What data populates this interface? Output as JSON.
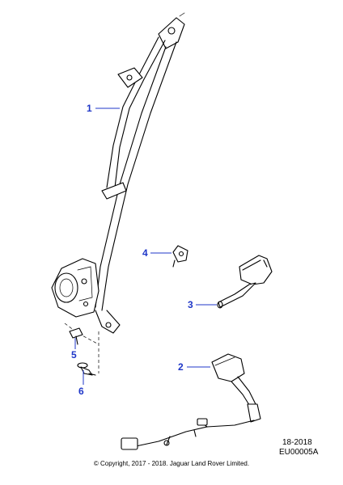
{
  "callouts": {
    "c1": "1",
    "c2": "2",
    "c3": "3",
    "c4": "4",
    "c5": "5",
    "c6": "6"
  },
  "reference": {
    "date_code": "18-2018",
    "drawing_id": "EU00005A"
  },
  "copyright": "© Copyright, 2017 - 2018. Jaguar Land Rover Limited.",
  "colors": {
    "callout": "#1f37c8",
    "line": "#000000",
    "background": "#ffffff"
  }
}
